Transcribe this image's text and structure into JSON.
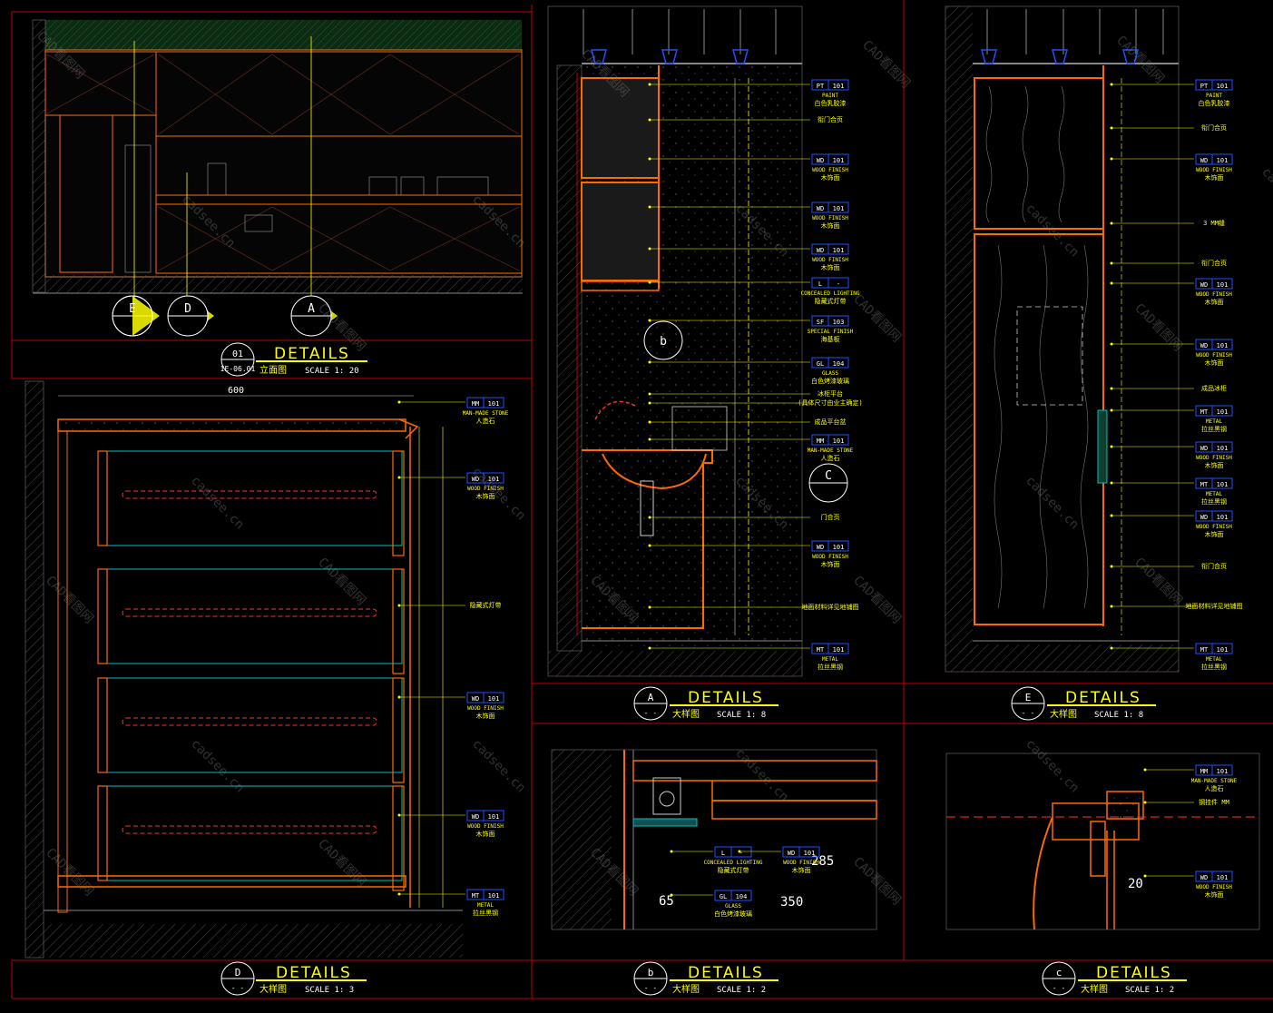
{
  "colors": {
    "background": "#000000",
    "frame": "#c00000",
    "cabinet": "#ff6a00",
    "annotation": "#ffff00",
    "tag": "#1e50ff",
    "tag_text": "#ffffff",
    "wall": "#606060",
    "marker_yellow": "#ffff00",
    "cyan": "#00c0c0",
    "green": "#00a000"
  },
  "panels": {
    "elevation": {
      "circle": "01",
      "sheet": "IE-06.01",
      "title": "DETAILS",
      "subtitle": "立面图",
      "scale": "SCALE 1: 20"
    },
    "a": {
      "circle": "A",
      "sheet": "- -",
      "title": "DETAILS",
      "subtitle": "大样图",
      "scale": "SCALE 1: 8"
    },
    "e": {
      "circle": "E",
      "sheet": "- -",
      "title": "DETAILS",
      "subtitle": "大样图",
      "scale": "SCALE 1: 8"
    },
    "d": {
      "circle": "D",
      "sheet": "- -",
      "title": "DETAILS",
      "subtitle": "大样图",
      "scale": "SCALE 1: 3"
    },
    "b": {
      "circle": "b",
      "sheet": "- -",
      "title": "DETAILS",
      "subtitle": "大样图",
      "scale": "SCALE 1: 2"
    },
    "c": {
      "circle": "c",
      "sheet": "- -",
      "title": "DETAILS",
      "subtitle": "大样图",
      "scale": "SCALE 1: 2"
    }
  },
  "section_markers": [
    "E",
    "D",
    "A"
  ],
  "detail_callouts": {
    "b": "b",
    "c": "C"
  },
  "dims": {
    "d_width": "600",
    "b_65": "65",
    "b_350": "350",
    "b_285": "285",
    "c_20": "20"
  },
  "annotations_a": [
    {
      "code": "PT",
      "num": "101",
      "en": "PAINT",
      "cn": "白色乳胶漆"
    },
    {
      "code": "",
      "num": "",
      "en": "",
      "cn": "衔门合页"
    },
    {
      "code": "WD",
      "num": "101",
      "en": "WOOD FINISH",
      "cn": "木饰面"
    },
    {
      "code": "WD",
      "num": "101",
      "en": "WOOD FINISH",
      "cn": "木饰面"
    },
    {
      "code": "WD",
      "num": "101",
      "en": "WOOD FINISH",
      "cn": "木饰面"
    },
    {
      "code": "L",
      "num": "-",
      "en": "CONCEALED LIGHTING",
      "cn": "隐藏式灯带"
    },
    {
      "code": "SF",
      "num": "103",
      "en": "SPECIAL FINISH",
      "cn": "海基板"
    },
    {
      "code": "GL",
      "num": "104",
      "en": "GLASS",
      "cn": "白色烤漆玻璃"
    },
    {
      "code": "",
      "num": "",
      "en": "",
      "cn": "冰柜平台"
    },
    {
      "code": "",
      "num": "",
      "en": "",
      "cn": "(具体尺寸由业主确定)"
    },
    {
      "code": "",
      "num": "",
      "en": "",
      "cn": "成品平台盆"
    },
    {
      "code": "MM",
      "num": "101",
      "en": "MAN-MADE STONE",
      "cn": "人造石"
    },
    {
      "code": "",
      "num": "",
      "en": "",
      "cn": "门合页"
    },
    {
      "code": "WD",
      "num": "101",
      "en": "WOOD FINISH",
      "cn": "木饰面"
    },
    {
      "code": "",
      "num": "",
      "en": "",
      "cn": "地面材料详见地铺图"
    },
    {
      "code": "MT",
      "num": "101",
      "en": "METAL",
      "cn": "拉丝黑钢"
    }
  ],
  "annotations_e": [
    {
      "code": "PT",
      "num": "101",
      "en": "PAINT",
      "cn": "白色乳胶漆"
    },
    {
      "code": "",
      "num": "",
      "en": "",
      "cn": "衔门合页"
    },
    {
      "code": "WD",
      "num": "101",
      "en": "WOOD FINISH",
      "cn": "木饰面"
    },
    {
      "code": "",
      "num": "",
      "en": "",
      "cn": "3 MM缝"
    },
    {
      "code": "",
      "num": "",
      "en": "",
      "cn": "衔门合页"
    },
    {
      "code": "WD",
      "num": "101",
      "en": "WOOD FINISH",
      "cn": "木饰面"
    },
    {
      "code": "WD",
      "num": "101",
      "en": "WOOD FINISH",
      "cn": "木饰面"
    },
    {
      "code": "",
      "num": "",
      "en": "",
      "cn": "成品冰柜"
    },
    {
      "code": "MT",
      "num": "101",
      "en": "METAL",
      "cn": "拉丝黑钢"
    },
    {
      "code": "WD",
      "num": "101",
      "en": "WOOD FINISH",
      "cn": "木饰面"
    },
    {
      "code": "MT",
      "num": "101",
      "en": "METAL",
      "cn": "拉丝黑钢"
    },
    {
      "code": "WD",
      "num": "101",
      "en": "WOOD FINISH",
      "cn": "木饰面"
    },
    {
      "code": "",
      "num": "",
      "en": "",
      "cn": "衔门合页"
    },
    {
      "code": "",
      "num": "",
      "en": "",
      "cn": "地面材料详见地铺图"
    },
    {
      "code": "MT",
      "num": "101",
      "en": "METAL",
      "cn": "拉丝黑钢"
    }
  ],
  "annotations_d": [
    {
      "code": "MM",
      "num": "101",
      "en": "MAN-MADE STONE",
      "cn": "人造石"
    },
    {
      "code": "WD",
      "num": "101",
      "en": "WOOD FINISH",
      "cn": "木饰面"
    },
    {
      "code": "",
      "num": "",
      "en": "",
      "cn": "隐藏式灯带"
    },
    {
      "code": "WD",
      "num": "101",
      "en": "WOOD FINISH",
      "cn": "木饰面"
    },
    {
      "code": "WD",
      "num": "101",
      "en": "WOOD FINISH",
      "cn": "木饰面"
    },
    {
      "code": "MT",
      "num": "101",
      "en": "METAL",
      "cn": "拉丝黑钢"
    }
  ],
  "annotations_b": [
    {
      "code": "L",
      "num": "-",
      "en": "CONCEALED LIGHTING",
      "cn": "隐藏式灯带"
    },
    {
      "code": "WD",
      "num": "101",
      "en": "WOOD FINISH",
      "cn": "木饰面"
    },
    {
      "code": "GL",
      "num": "104",
      "en": "GLASS",
      "cn": "白色烤漆玻璃"
    }
  ],
  "annotations_c": [
    {
      "code": "MM",
      "num": "101",
      "en": "MAN-MADE STONE",
      "cn": "人造石"
    },
    {
      "code": "",
      "num": "",
      "en": "",
      "cn": "钢挂件 MM"
    },
    {
      "code": "WD",
      "num": "101",
      "en": "WOOD FINISH",
      "cn": "木饰面"
    }
  ],
  "watermarks": [
    "CAD看图网",
    "cadsee.cn"
  ]
}
